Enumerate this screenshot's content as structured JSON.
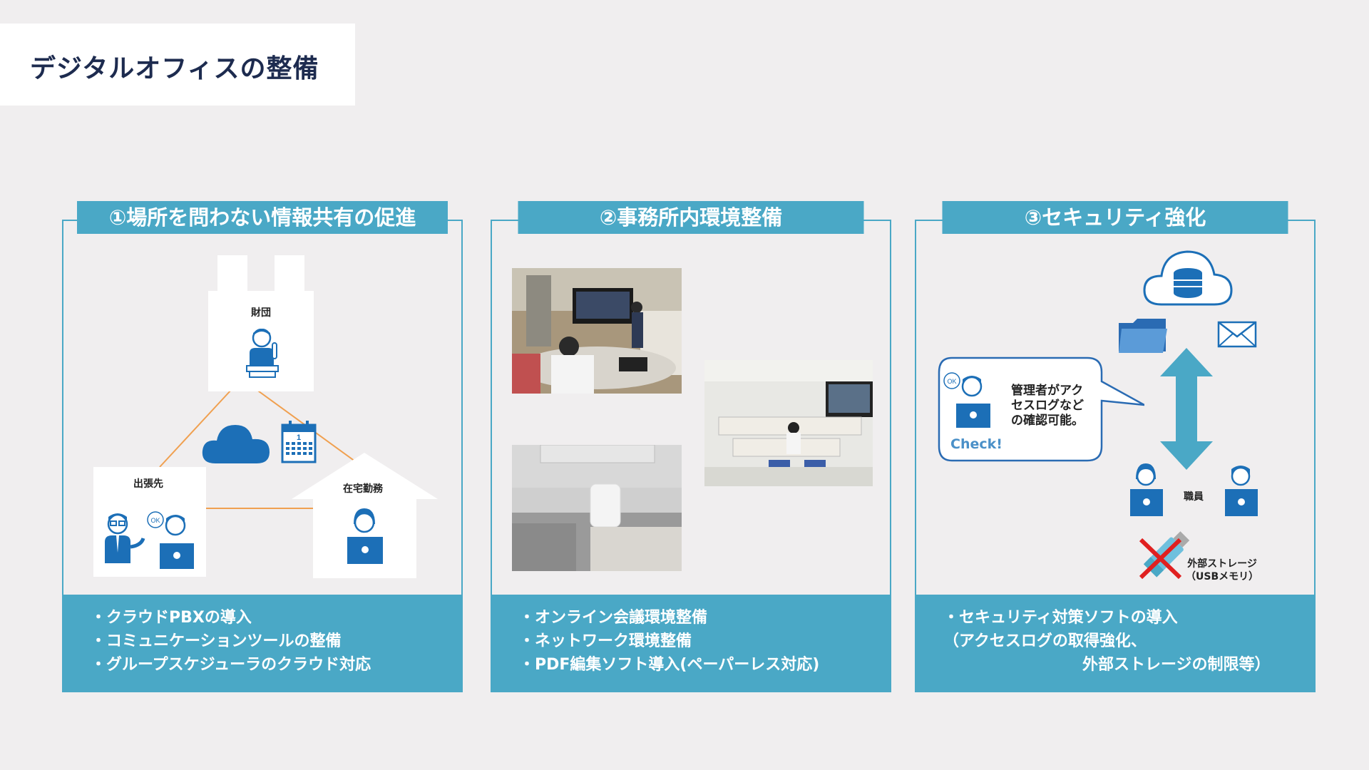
{
  "title": "デジタルオフィスの整備",
  "panel1": {
    "heading": "①場所を問わない情報共有の促進",
    "labels": {
      "zaidan": "財団",
      "shucchou": "出張先",
      "zaitaku": "在宅勤務"
    },
    "ok": "OK",
    "calendar_day": "1",
    "bullets": [
      "・クラウドPBXの導入",
      "・コミュニケーションツールの整備",
      "・グループスケジューラのクラウド対応"
    ]
  },
  "panel2": {
    "heading": "②事務所内環境整備",
    "bullets": [
      "・オンライン会議環境整備",
      "・ネットワーク環境整備",
      "・PDF編集ソフト導入(ペーパーレス対応)"
    ]
  },
  "panel3": {
    "heading": "③セキュリティ強化",
    "bubble_text": [
      "管理者がアク",
      "セスログなど",
      "の確認可能。"
    ],
    "check": "Check!",
    "ok": "OK",
    "staff": "職員",
    "storage": [
      "外部ストレージ",
      "（USBメモリ）"
    ],
    "bullets": [
      "・セキュリティ対策ソフトの導入",
      "（アクセスログの取得強化、",
      "外部ストレージの制限等）"
    ]
  },
  "colors": {
    "accent": "#4aa8c6",
    "icon_blue": "#1c6fb7",
    "title": "#1d2b4f"
  }
}
